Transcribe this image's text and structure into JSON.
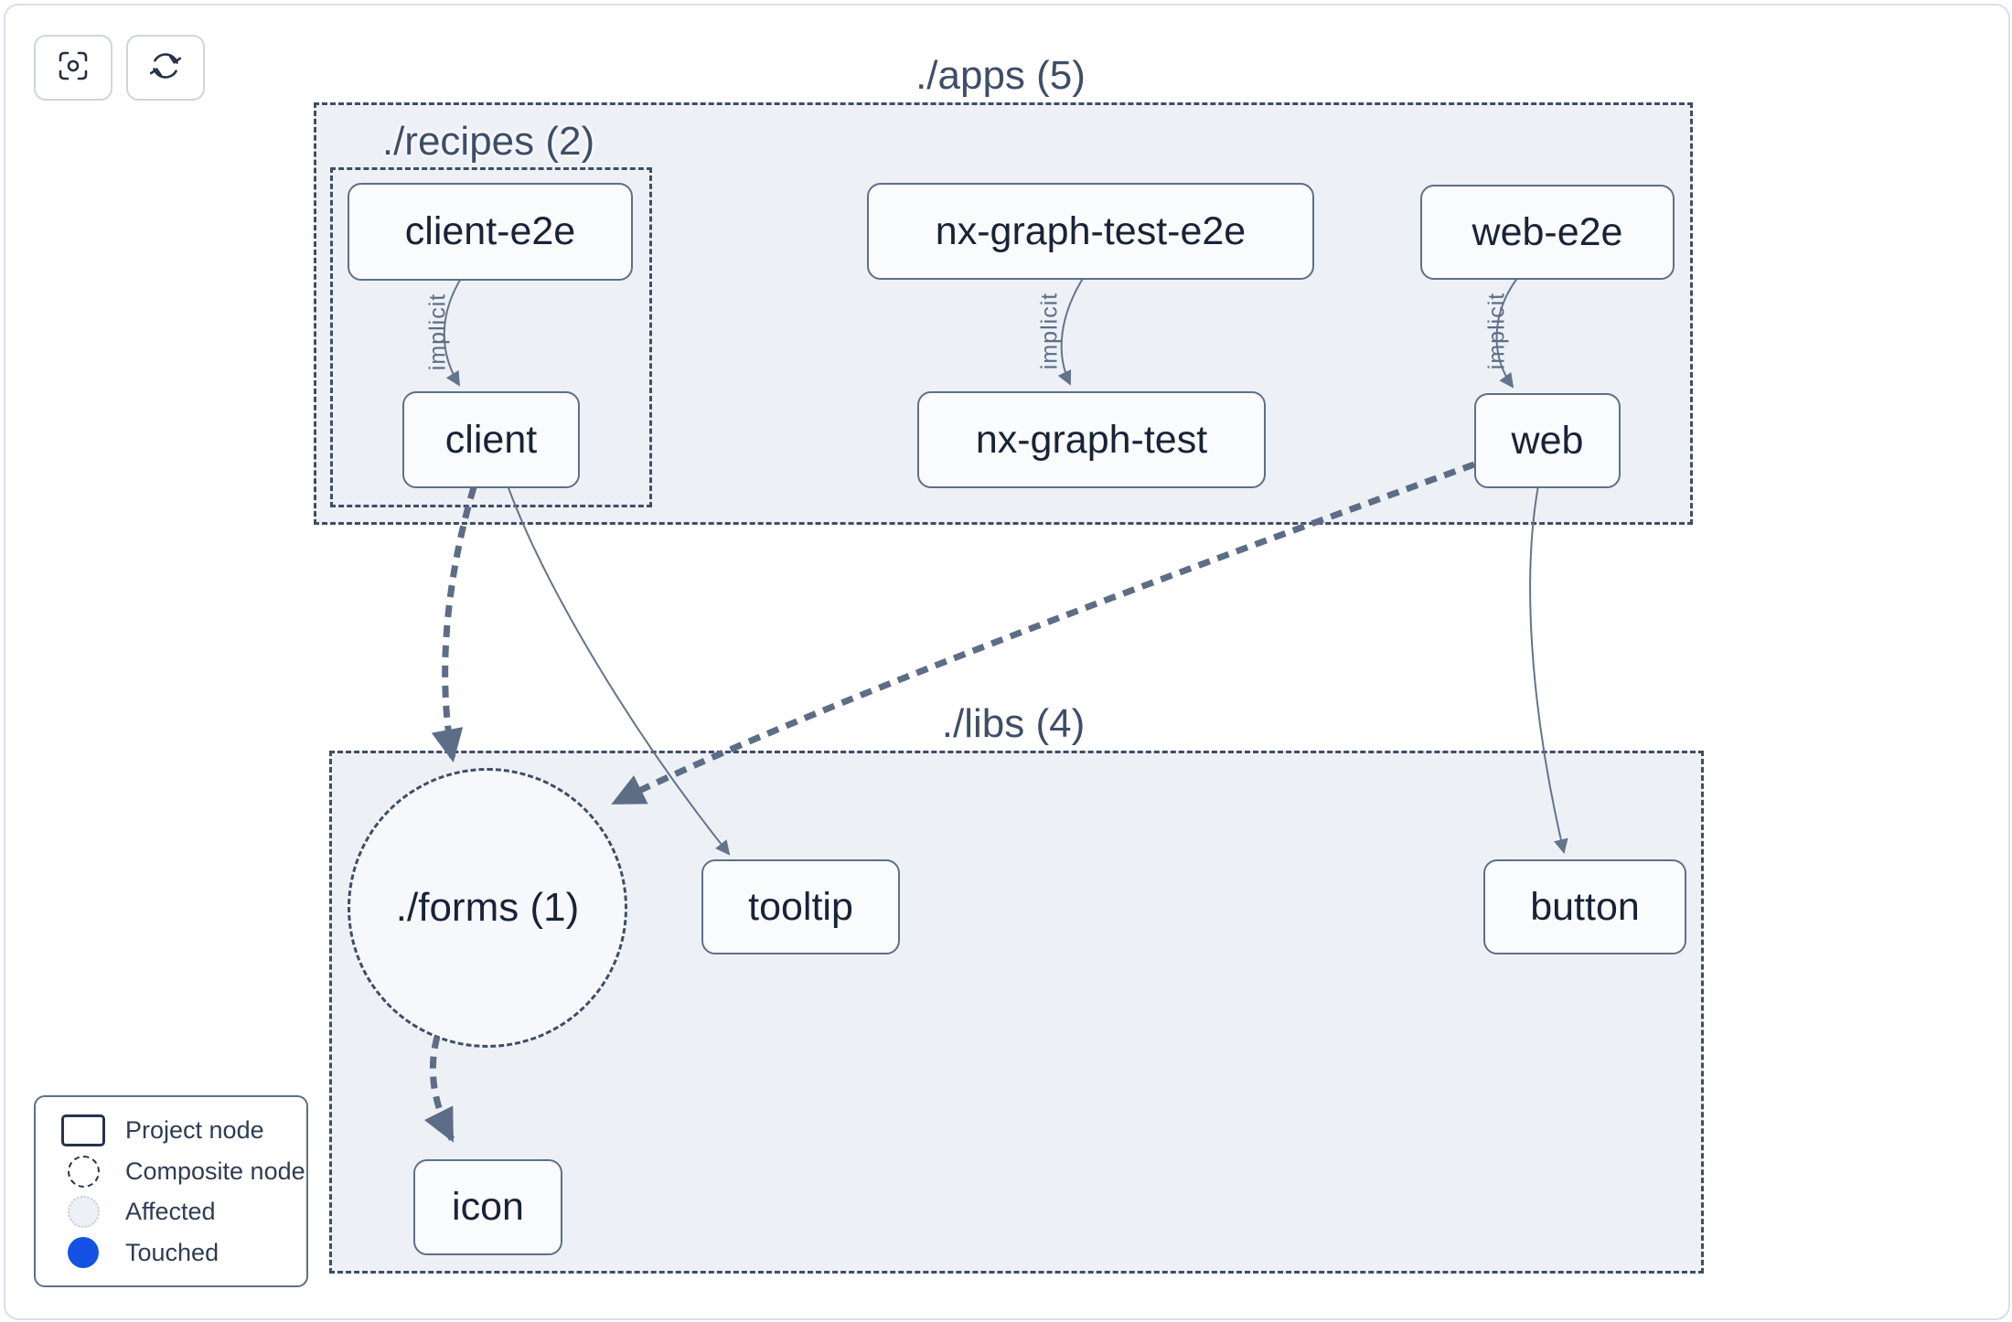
{
  "toolbar": {
    "buttons": [
      {
        "icon": "focus-icon"
      },
      {
        "icon": "refresh-icon"
      }
    ]
  },
  "groups": {
    "apps": {
      "label": "./apps (5)"
    },
    "recipes": {
      "label": "./recipes (2)"
    },
    "libs": {
      "label": "./libs (4)"
    }
  },
  "nodes": {
    "client_e2e": {
      "label": "client-e2e",
      "type": "project"
    },
    "nx_graph_test_e2e": {
      "label": "nx-graph-test-e2e",
      "type": "project"
    },
    "web_e2e": {
      "label": "web-e2e",
      "type": "project"
    },
    "client": {
      "label": "client",
      "type": "project"
    },
    "nx_graph_test": {
      "label": "nx-graph-test",
      "type": "project"
    },
    "web": {
      "label": "web",
      "type": "project"
    },
    "forms": {
      "label": "./forms (1)",
      "type": "composite"
    },
    "tooltip": {
      "label": "tooltip",
      "type": "project"
    },
    "button": {
      "label": "button",
      "type": "project"
    },
    "icon": {
      "label": "icon",
      "type": "project"
    }
  },
  "edges": [
    {
      "from": "client-e2e",
      "to": "client",
      "label": "implicit",
      "style": "thin"
    },
    {
      "from": "nx-graph-test-e2e",
      "to": "nx-graph-test",
      "label": "implicit",
      "style": "thin"
    },
    {
      "from": "web-e2e",
      "to": "web",
      "label": "implicit",
      "style": "thin"
    },
    {
      "from": "client",
      "to": "./forms (1)",
      "label": "",
      "style": "thick-dashed"
    },
    {
      "from": "client",
      "to": "tooltip",
      "label": "",
      "style": "thin"
    },
    {
      "from": "web",
      "to": "./forms (1)",
      "label": "",
      "style": "thick-dashed"
    },
    {
      "from": "web",
      "to": "button",
      "label": "",
      "style": "thin"
    },
    {
      "from": "./forms (1)",
      "to": "icon",
      "label": "",
      "style": "thick-dashed"
    }
  ],
  "legend": {
    "items": [
      {
        "label": "Project node",
        "swatch": "project-node-swatch"
      },
      {
        "label": "Composite node",
        "swatch": "composite-node-swatch"
      },
      {
        "label": "Affected",
        "swatch": "affected-swatch"
      },
      {
        "label": "Touched",
        "swatch": "touched-swatch"
      }
    ]
  },
  "colors": {
    "touched": "#1352e5",
    "container_fill": "#edf1f6",
    "node_border": "#5f6f88",
    "dashed_border": "#3f4d68",
    "edge": "#5d6d86",
    "node_text": "#192337"
  }
}
